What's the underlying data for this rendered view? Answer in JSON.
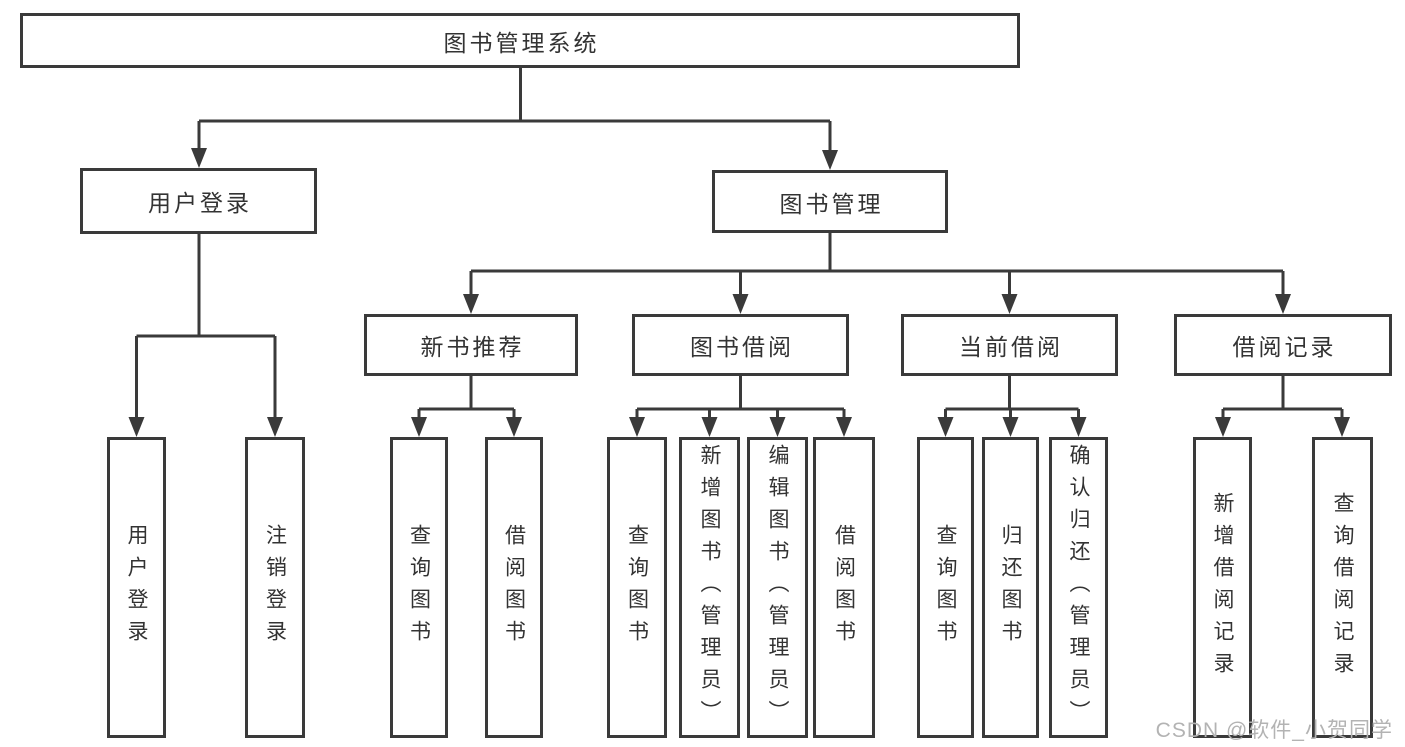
{
  "diagram": {
    "colors": {
      "line": "#3a3a3a",
      "text": "#333333",
      "background": "#ffffff",
      "watermark": "#b3b3b3"
    },
    "watermark": {
      "text": "CSDN @软件_小贺同学"
    },
    "tree": {
      "label": "图书管理系统",
      "children": [
        {
          "label": "用户登录",
          "children": [
            {
              "label": "用户登录"
            },
            {
              "label": "注销登录"
            }
          ]
        },
        {
          "label": "图书管理",
          "children": [
            {
              "label": "新书推荐",
              "children": [
                {
                  "label": "查询图书"
                },
                {
                  "label": "借阅图书"
                }
              ]
            },
            {
              "label": "图书借阅",
              "children": [
                {
                  "label": "查询图书"
                },
                {
                  "label": "新增图书（管理员）"
                },
                {
                  "label": "编辑图书（管理员）"
                },
                {
                  "label": "借阅图书"
                }
              ]
            },
            {
              "label": "当前借阅",
              "children": [
                {
                  "label": "查询图书"
                },
                {
                  "label": "归还图书"
                },
                {
                  "label": "确认归还（管理员）"
                }
              ]
            },
            {
              "label": "借阅记录",
              "children": [
                {
                  "label": "新增借阅记录"
                },
                {
                  "label": "查询借阅记录"
                }
              ]
            }
          ]
        }
      ]
    }
  }
}
